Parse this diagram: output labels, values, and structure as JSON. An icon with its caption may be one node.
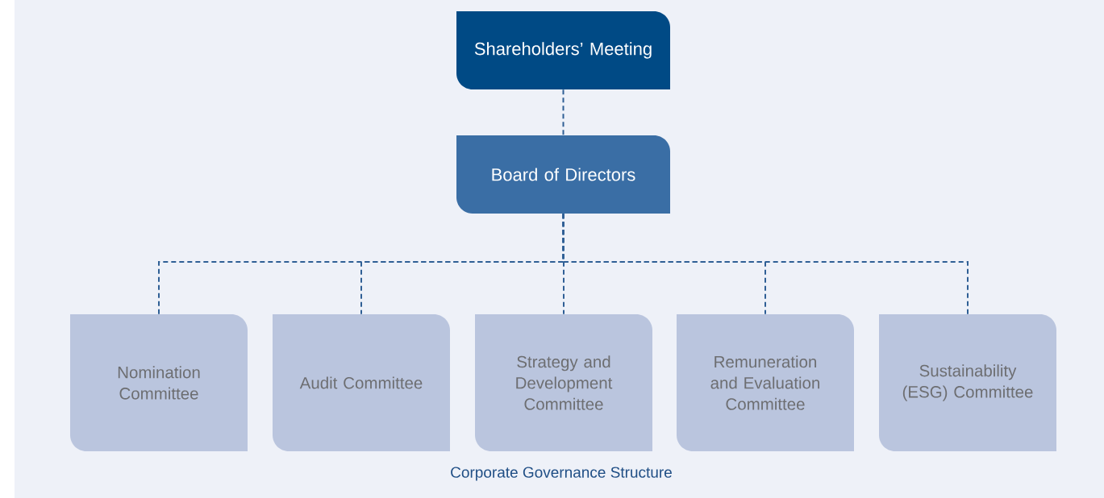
{
  "diagram": {
    "caption": "Corporate Governance Structure",
    "nodes": [
      {
        "text": [
          "Shareholders’ Meeting"
        ]
      },
      {
        "text": [
          "Board of Directors"
        ]
      },
      {
        "text": [
          "Nomination Committee"
        ]
      },
      {
        "text": [
          "Audit Committee"
        ]
      },
      {
        "text": [
          "Strategy and Development Committee"
        ]
      },
      {
        "text": [
          "Remuneration and Evaluation Committee"
        ]
      },
      {
        "text": [
          "Sustainability (ESG) Committee"
        ]
      }
    ],
    "edges": [
      {
        "from": 0,
        "to": 1,
        "arrow": "none",
        "style": "dashed"
      },
      {
        "from": 1,
        "to": 2,
        "arrow": "none",
        "style": "dashed"
      },
      {
        "from": 1,
        "to": 3,
        "arrow": "none",
        "style": "dashed"
      },
      {
        "from": 1,
        "to": 4,
        "arrow": "none",
        "style": "dashed"
      },
      {
        "from": 1,
        "to": 5,
        "arrow": "none",
        "style": "dashed"
      },
      {
        "from": 1,
        "to": 6,
        "arrow": "none",
        "style": "dashed"
      }
    ]
  }
}
